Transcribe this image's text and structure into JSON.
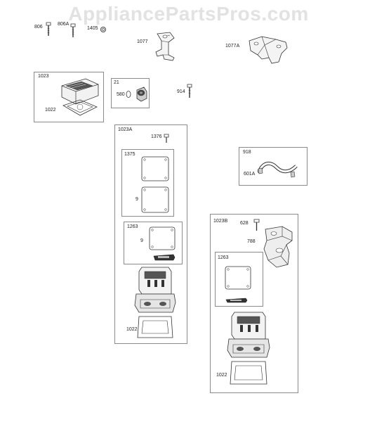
{
  "watermark": "AppliancePartsPros.com",
  "labels": {
    "l806": "806",
    "l806A": "806A",
    "l1405": "1405",
    "l1077": "1077",
    "l1077A": "1077A",
    "l1023": "1023",
    "l1022_a": "1022",
    "l21": "21",
    "l580": "580",
    "l914": "914",
    "l1023A": "1023A",
    "l1376": "1376",
    "l1375": "1375",
    "l9_a": "9",
    "l1263_a": "1263",
    "l9_b": "9",
    "l1022_b": "1022",
    "l918": "918",
    "l601A": "601A",
    "l1023B": "1023B",
    "l628": "628",
    "l788": "788",
    "l1263_b": "1263",
    "l1022_c": "1022"
  },
  "colors": {
    "line": "#333333",
    "box": "#8a8a8a",
    "watermark": "#e2e2e2"
  }
}
